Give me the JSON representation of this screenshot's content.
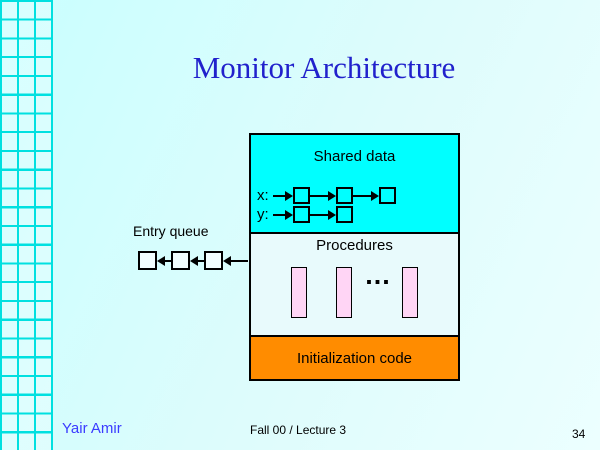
{
  "slide": {
    "title": "Monitor Architecture",
    "page_number": "34",
    "footer": {
      "author": "Yair Amir",
      "course": "Fall 00 / Lecture 3"
    }
  },
  "diagram": {
    "shared_data": {
      "label": "Shared data",
      "variables": [
        {
          "name": "x:",
          "nodes": 3
        },
        {
          "name": "y:",
          "nodes": 2
        }
      ]
    },
    "entry_queue": {
      "label": "Entry queue",
      "nodes": 3
    },
    "procedures": {
      "label": "Procedures",
      "ellipsis": "...",
      "bars": 3
    },
    "initialization": {
      "label": "Initialization code"
    }
  },
  "colors": {
    "title_blue": "#2121cc",
    "author_blue": "#3b3bff",
    "shared_bg": "#00ffff",
    "procedures_bg": "#e8fafc",
    "init_bg": "#ff8c00",
    "bar_pink": "#ffd5f5",
    "grid_line": "#00e0e0",
    "page_top": "#c9ffff",
    "page_bottom": "#ecffff"
  }
}
